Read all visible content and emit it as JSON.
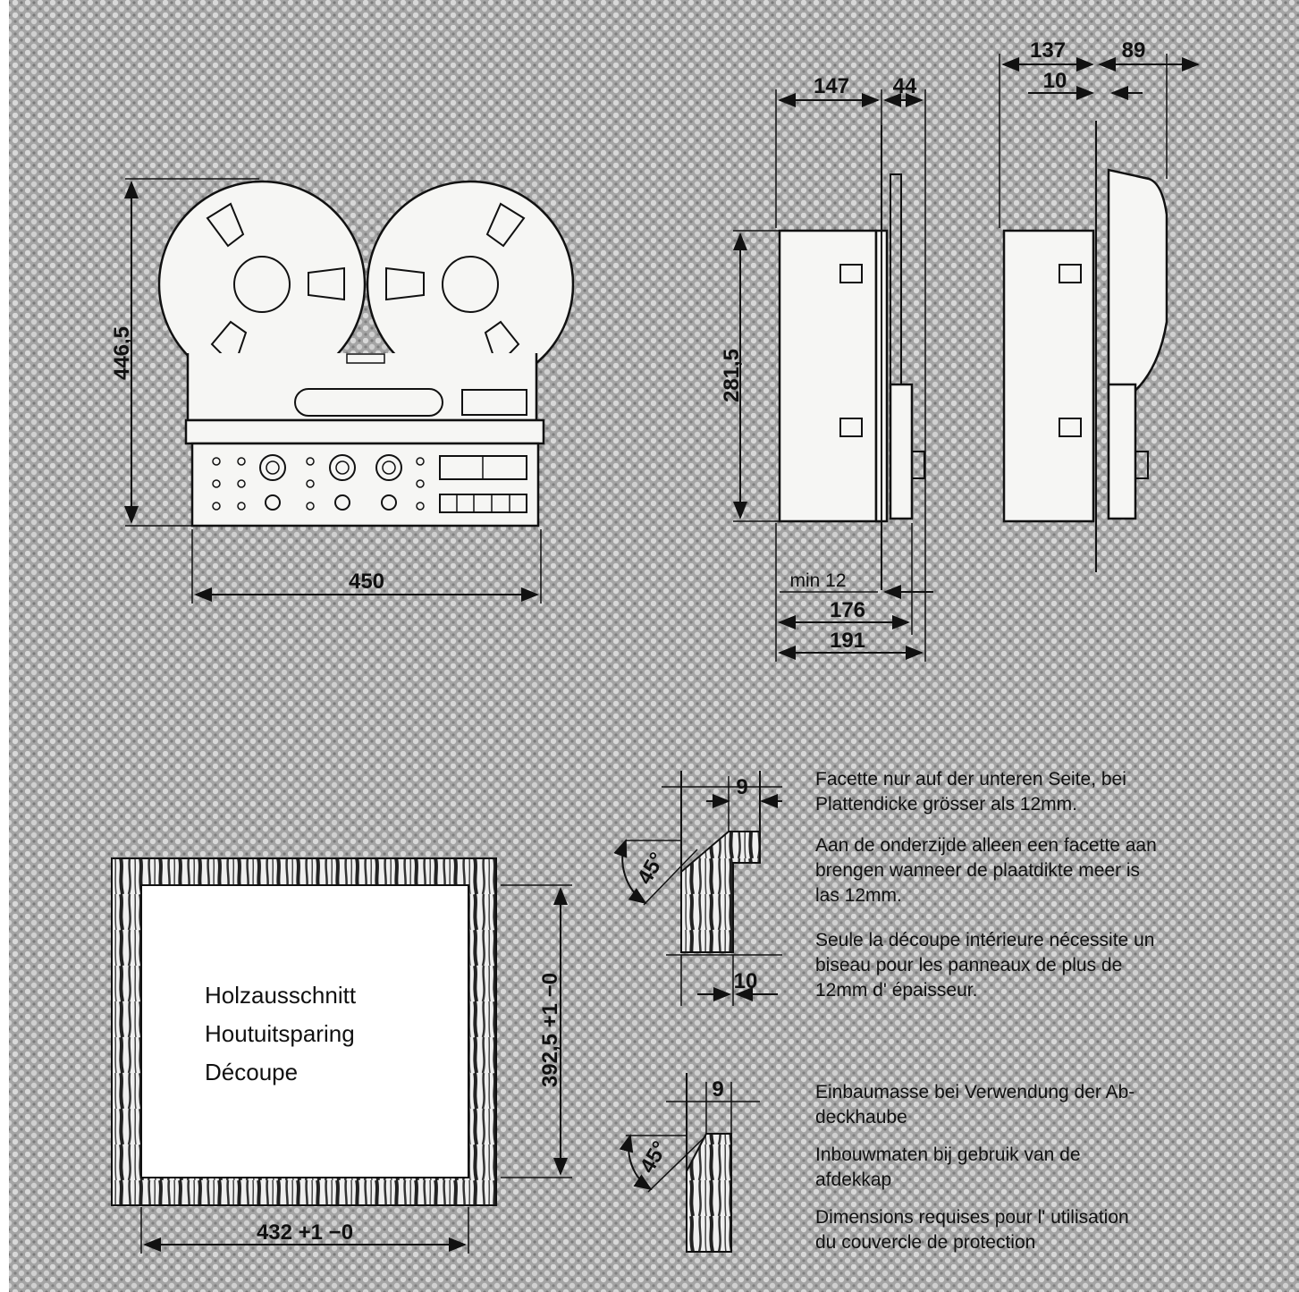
{
  "front_view": {
    "height_label": "446,5",
    "width_label": "450"
  },
  "side_view": {
    "top_left_label": "147",
    "top_right_label": "44",
    "height_label": "281,5",
    "min_label": "min 12",
    "depth1_label": "176",
    "depth2_label": "191"
  },
  "cover_view": {
    "top_left_label": "137",
    "top_right_label": "89",
    "inner_label": "10"
  },
  "bevel_detail_1": {
    "top_label": "9",
    "bottom_label": "10",
    "angle_label": "45°"
  },
  "bevel_detail_2": {
    "top_label": "9",
    "angle_label": "45°"
  },
  "cutout": {
    "line1": "Holzausschnitt",
    "line2": "Houtuitsparing",
    "line3": "Découpe",
    "width_label": "432 +1 −0",
    "height_label": "392,5 +1 −0"
  },
  "note_bevel": {
    "de": [
      "Facette nur auf der unteren Seite, bei",
      "Plattendicke grösser als 12mm."
    ],
    "nl": [
      "Aan de onderzijde alleen een facette aan",
      "brengen wanneer de plaatdikte meer is",
      "las 12mm."
    ],
    "fr": [
      "Seule la découpe intérieure nécessite un",
      "biseau pour les panneaux de plus de",
      "12mm d' épaisseur."
    ]
  },
  "note_cover": {
    "de": [
      "Einbaumasse bei Verwendung der Ab-",
      "deckhaube"
    ],
    "nl": [
      "Inbouwmaten bij gebruik van de",
      "afdekkap"
    ],
    "fr": [
      "Dimensions requises pour l' utilisation",
      "du couvercle de protection"
    ]
  },
  "colors": {
    "background_texture": "#9a9a9a",
    "line": "#111111",
    "body_fill": "#f6f6f4"
  }
}
